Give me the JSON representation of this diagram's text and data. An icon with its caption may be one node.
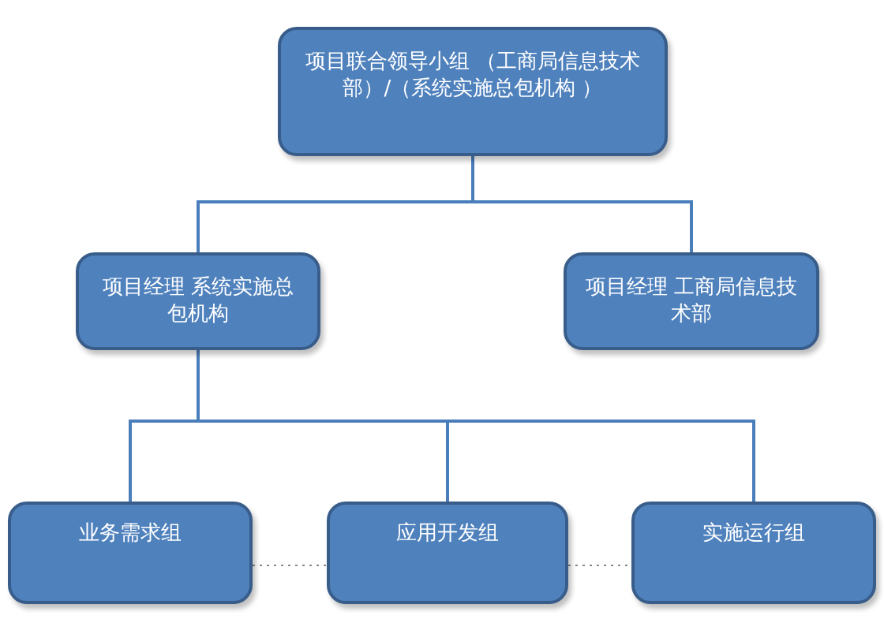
{
  "diagram": {
    "nodes": [
      {
        "text": [
          "项目联合领导小组 （工商局信息技术部）/（系统实施总包机构 ）"
        ]
      },
      {
        "text": [
          "项目经理 系统实施总包机构"
        ]
      },
      {
        "text": [
          "项目经理 工商局信息技术部"
        ]
      },
      {
        "text": [
          "业务需求组"
        ]
      },
      {
        "text": [
          "应用开发组"
        ]
      },
      {
        "text": [
          "实施运行组"
        ]
      }
    ],
    "edges": [
      {
        "from": 0,
        "to": 1,
        "arrow": "none"
      },
      {
        "from": 0,
        "to": 2,
        "arrow": "none"
      },
      {
        "from": 1,
        "to": 3,
        "arrow": "none"
      },
      {
        "from": 1,
        "to": 4,
        "arrow": "none"
      },
      {
        "from": 1,
        "to": 5,
        "arrow": "none"
      },
      {
        "from": 3,
        "to": 4,
        "arrow": "none",
        "style": "dashed"
      },
      {
        "from": 4,
        "to": 5,
        "arrow": "none",
        "style": "dashed"
      }
    ]
  }
}
